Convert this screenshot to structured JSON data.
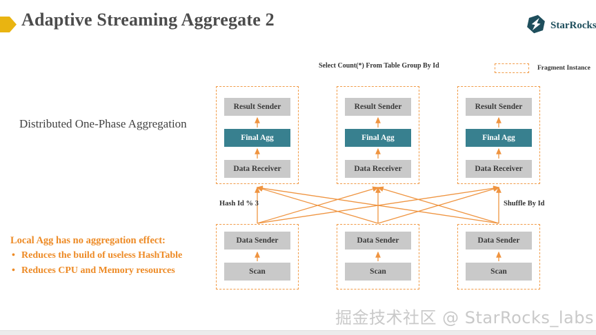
{
  "header": {
    "title": "Adaptive Streaming Aggregate 2",
    "logo_text": "StarRocks"
  },
  "diagram": {
    "query_label": "Select Count(*) From Table Group By Id",
    "legend_label": "Fragment Instance",
    "caption": "Distributed One-Phase Aggregation",
    "edge_label_left": "Hash Id % 3",
    "edge_label_right": "Shuffle By Id",
    "top_nodes": [
      "Result Sender",
      "Final Agg",
      "Data Receiver"
    ],
    "bottom_nodes": [
      "Data Sender",
      "Scan"
    ],
    "top_fragment_count": 3,
    "bottom_fragment_count": 3
  },
  "notes": {
    "heading": "Local Agg has no aggregation effect:",
    "bullets": [
      "Reduces the build of useless HashTable",
      "Reduces CPU and Memory resources"
    ]
  },
  "watermark": "掘金技术社区 @ StarRocks_labs",
  "colors": {
    "accent_orange": "#F19A45",
    "node_teal": "#38808F",
    "node_gray": "#C9C9C9",
    "title_gray": "#4C4C4C",
    "note_orange": "#ED8A25",
    "marker_yellow": "#E9B411",
    "logo_teal": "#1E4E5C"
  }
}
